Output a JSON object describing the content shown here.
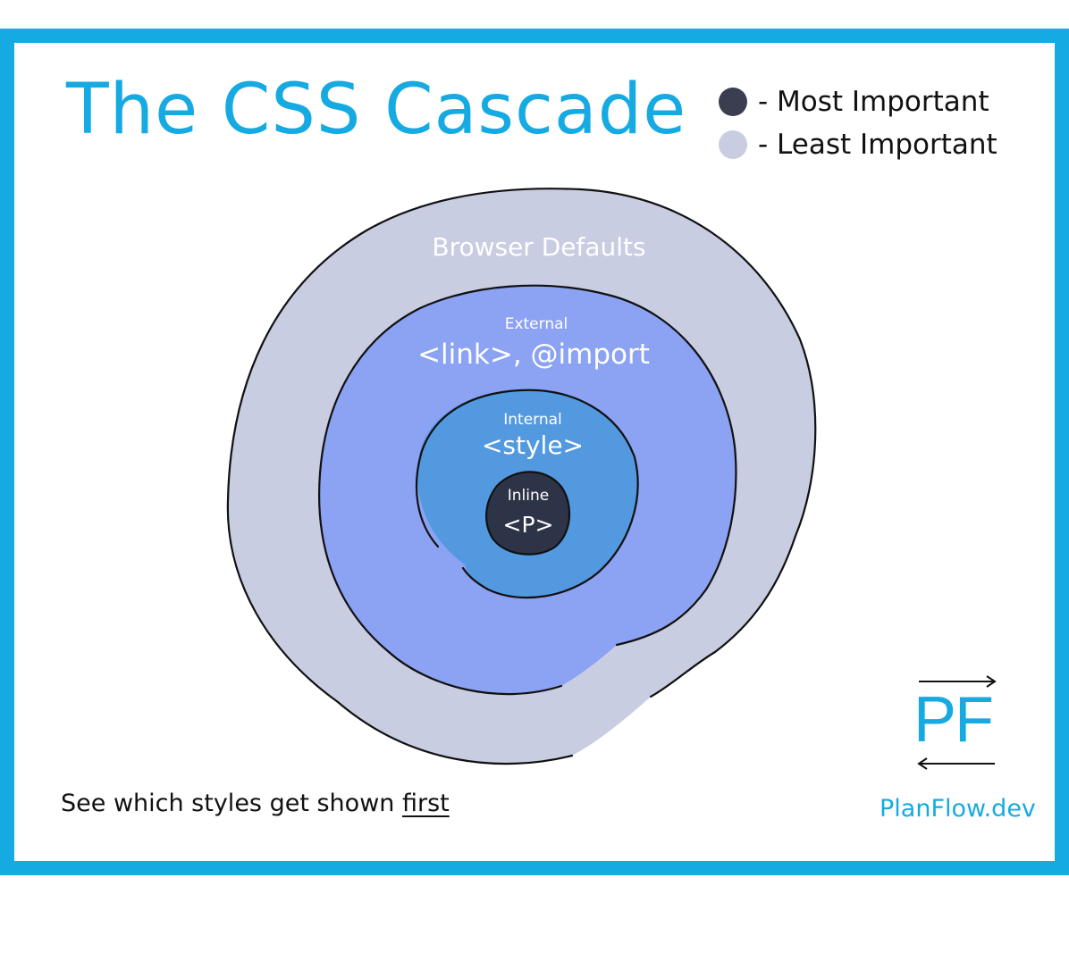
{
  "title": "The CSS Cascade",
  "legend": {
    "most": "- Most Important",
    "least": "- Least Important"
  },
  "layers": {
    "browser": {
      "label": "Browser Defaults",
      "color": "#c8cde2"
    },
    "external": {
      "caption": "External",
      "label": "<link>, @import",
      "color": "#8ca2f2"
    },
    "internal": {
      "caption": "Internal",
      "label": "<style>",
      "color": "#5399df"
    },
    "inline": {
      "caption": "Inline",
      "label": "<P>",
      "color": "#2e3448"
    }
  },
  "footer": {
    "prefix": "See which styles get shown ",
    "emphasis": "first"
  },
  "brand": {
    "logo": "PF",
    "site": "PlanFlow.dev",
    "color": "#16aae2"
  }
}
